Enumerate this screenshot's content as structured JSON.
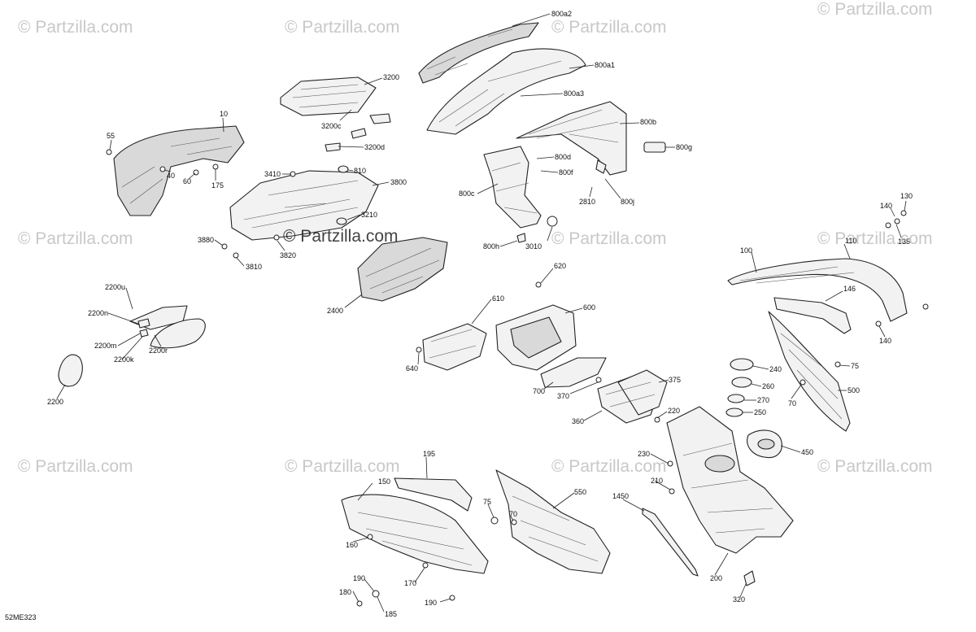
{
  "diagram": {
    "reference": "52ME323",
    "watermark": "© Partzilla.com",
    "callouts": [
      "800a2",
      "800a1",
      "800a3",
      "3200",
      "3200c",
      "3200d",
      "10",
      "55",
      "40",
      "60",
      "175",
      "3410",
      "810",
      "3800",
      "3210",
      "800b",
      "800d",
      "800f",
      "800g",
      "800c",
      "2810",
      "800j",
      "800h",
      "3010",
      "3880",
      "3820",
      "3810",
      "2400",
      "130",
      "140",
      "135",
      "110",
      "100",
      "146",
      "140",
      "620",
      "610",
      "600",
      "640",
      "2200u",
      "2200n",
      "2200m",
      "2200k",
      "2200r",
      "2200",
      "700",
      "370",
      "375",
      "360",
      "220",
      "240",
      "260",
      "270",
      "250",
      "75",
      "70",
      "500",
      "450",
      "230",
      "210",
      "1450",
      "195",
      "150",
      "160",
      "75",
      "70",
      "550",
      "170",
      "180",
      "190",
      "185",
      "190",
      "200",
      "320"
    ]
  }
}
